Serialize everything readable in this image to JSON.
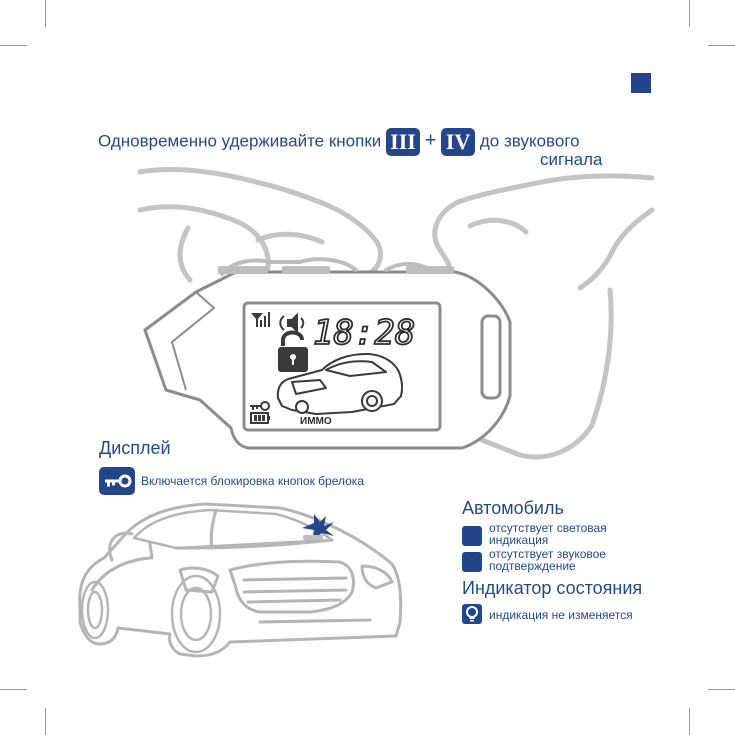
{
  "instruction": {
    "line1_before": "Одновременно удерживайте кнопки",
    "button1": "III",
    "plus": "+",
    "button2": "IV",
    "line1_after": "до звукового",
    "line2": "сигнала"
  },
  "lcd": {
    "time": "18:28",
    "immo": "ИММО"
  },
  "display_section": {
    "title": "Дисплей",
    "key_lock_text": "Включается блокировка кнопок брелока"
  },
  "car_section": {
    "title": "Автомобиль",
    "items": [
      {
        "line1": "отсутствует световая",
        "line2": "индикация"
      },
      {
        "line1": "отсутствует звуковое",
        "line2": "подтверждение"
      }
    ]
  },
  "indicator_section": {
    "title": "Индикатор состояния",
    "text": "индикация не изменяется"
  },
  "colors": {
    "accent": "#23468a",
    "line": "#9a9a9a"
  },
  "icons": [
    "key-icon",
    "lightbulb-icon",
    "signal-icon",
    "speaker-icon",
    "padlock-open-icon",
    "battery-icon",
    "flash-icon"
  ]
}
